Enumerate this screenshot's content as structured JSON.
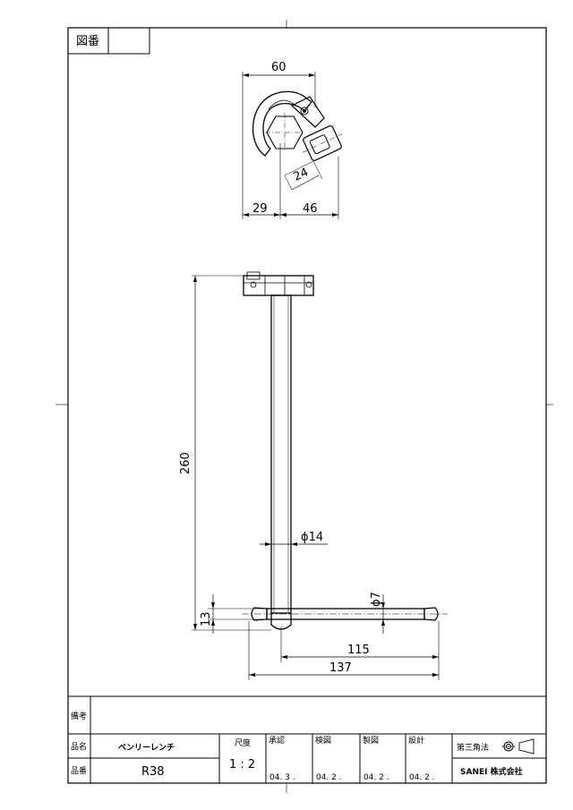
{
  "drawing_number_label": "図番",
  "drawing_number": "",
  "dimensions": {
    "top_width": "60",
    "jaw": "24",
    "left_offset": "29",
    "right_offset": "46",
    "length": "260",
    "shaft_dia": "ϕ14",
    "handle_dia": "ϕ7",
    "handle_thickness": "13",
    "handle_half": "115",
    "handle_total": "137"
  },
  "title_block": {
    "remarks_label": "備考",
    "name_label": "品名",
    "name_value": "ベンリーレンチ",
    "part_label": "品番",
    "part_value": "R38",
    "scale_label": "尺度",
    "scale_value": "1 : 2",
    "approved_label": "承認",
    "approved_date": "04. 3 .",
    "checked_label": "検図",
    "checked_date": "04. 2 .",
    "drawn_label": "製図",
    "drawn_date": "04. 2 .",
    "design_label": "設計",
    "design_date": "04. 2 .",
    "projection_label": "第三角法",
    "company": "SANEI 株式会社"
  }
}
